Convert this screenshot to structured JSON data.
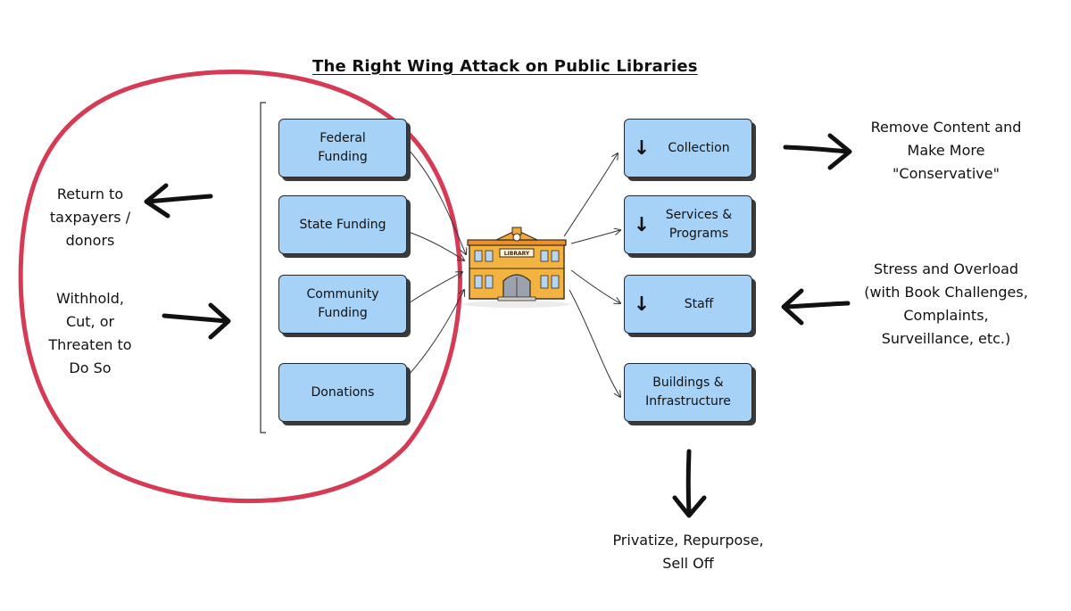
{
  "title": "The Right Wing Attack on Public Libraries",
  "funding_sources": [
    {
      "label": "Federal Funding"
    },
    {
      "label": "State Funding"
    },
    {
      "label": "Community Funding"
    },
    {
      "label": "Donations"
    }
  ],
  "library": {
    "icon": "library-building-icon",
    "sign": "LIBRARY"
  },
  "impacts": [
    {
      "label": "Collection",
      "indicator": "↓"
    },
    {
      "label": "Services & Programs",
      "indicator": "↓"
    },
    {
      "label": "Staff",
      "indicator": "↓"
    },
    {
      "label": "Buildings & Infrastructure",
      "indicator": ""
    }
  ],
  "notes": {
    "return": "Return to taxpayers / donors",
    "withhold": "Withhold, Cut, or Threaten to Do So",
    "remove_content": "Remove Content and Make More \"Conservative\"",
    "stress": "Stress and Overload (with Book Challenges, Complaints, Surveillance, etc.)",
    "privatize": "Privatize, Repurpose, Sell Off"
  },
  "colors": {
    "box_fill": "#a7d2f7",
    "circle": "#d63a55",
    "ink": "#111111"
  }
}
